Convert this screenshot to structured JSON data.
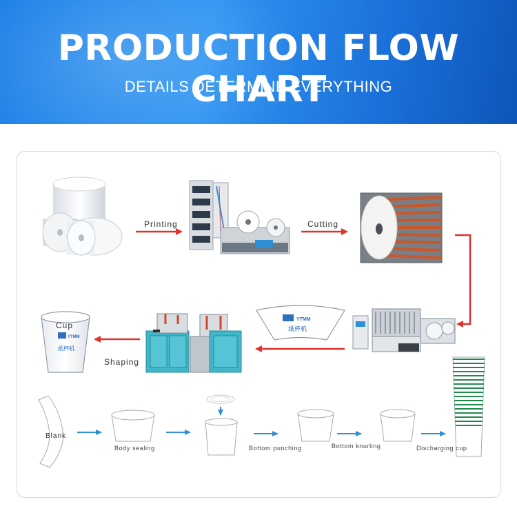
{
  "header": {
    "title": "PRODUCTION FLOW CHART",
    "subtitle": "DETAILS DETERMINE EVERYTHING"
  },
  "flow": {
    "printing": "Printing",
    "cutting": "Cutting",
    "shaping": "Shaping",
    "cup": "Cup",
    "blank_brand": "纸杯机",
    "cup_brand": "纸杯机"
  },
  "process": {
    "blank": "Blank",
    "body_sealing": "Body sealing",
    "bottom_punching": "Bottom punching",
    "bottom_knurling": "Bottom knurling",
    "discharging_cup": "Discharging cup"
  },
  "colors": {
    "header_blue": "#1c7fe6",
    "flow_arrow": "#e0322b",
    "process_arrow": "#2e8fd6",
    "machine_teal": "#3fb6c9",
    "stack_green": "#1f8a4c"
  },
  "icons": [
    "paper-rolls-icon",
    "printing-machine-icon",
    "printed-roll-icon",
    "die-cutting-machine-icon",
    "cup-blank-icon",
    "cup-forming-machine-icon",
    "paper-cup-icon",
    "cup-stack-icon"
  ]
}
